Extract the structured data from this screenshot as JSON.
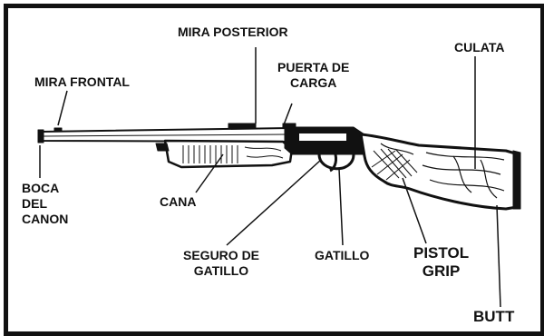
{
  "labels": {
    "mira_posterior": "MIRA POSTERIOR",
    "culata": "CULATA",
    "mira_frontal": "MIRA FRONTAL",
    "puerta_de_carga": [
      "PUERTA DE",
      "CARGA"
    ],
    "boca_del_canon": [
      "BOCA",
      "DEL",
      "CANON"
    ],
    "cana": "CANA",
    "seguro_de_gatillo": [
      "SEGURO DE",
      "GATILLO"
    ],
    "gatillo": "GATILLO",
    "pistol_grip": [
      "PISTOL",
      "GRIP"
    ],
    "butt": "BUTT"
  },
  "colors": {
    "ink": "#111111",
    "paper": "#ffffff"
  }
}
